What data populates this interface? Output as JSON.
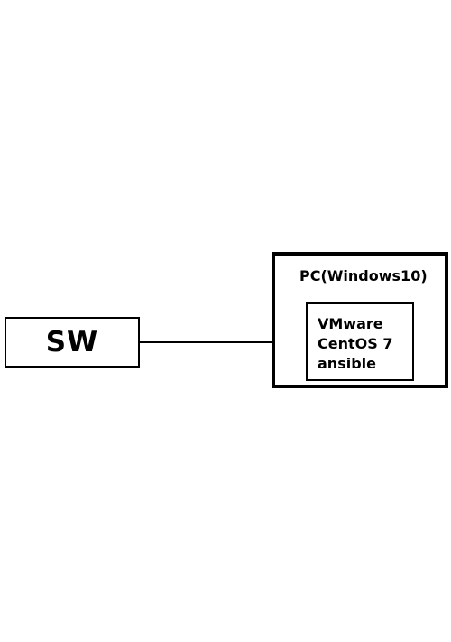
{
  "nodes": {
    "switch": {
      "label": "SW"
    },
    "pc": {
      "label": "PC(Windows10)"
    },
    "vm": {
      "lines": [
        "VMware",
        "CentOS 7",
        "ansible"
      ]
    }
  }
}
